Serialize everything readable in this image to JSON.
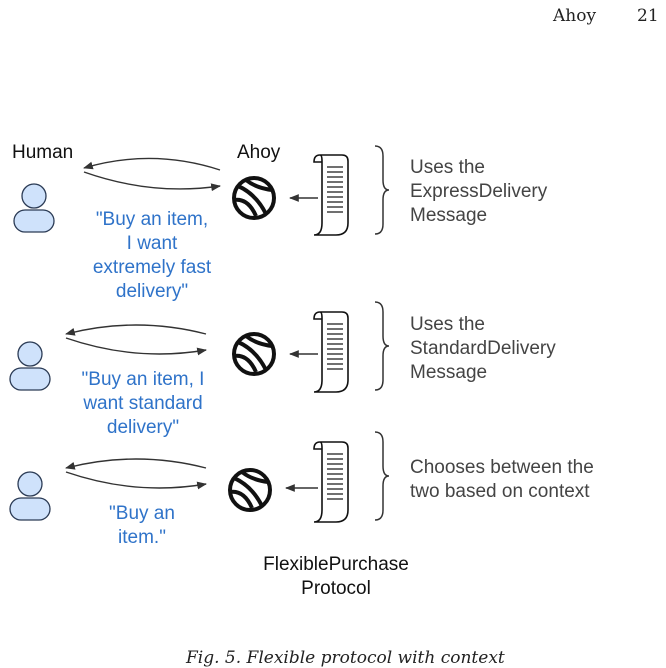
{
  "header": {
    "title": "Ahoy",
    "page_number": "21"
  },
  "labels": {
    "human": "Human",
    "ahoy": "Ahoy"
  },
  "rows": [
    {
      "quote": "\"Buy an item,\nI want\nextremely fast\ndelivery\"",
      "note": "Uses the\nExpressDelivery\nMessage"
    },
    {
      "quote": "\"Buy an item, I\nwant standard\ndelivery\"",
      "note": "Uses the\nStandardDelivery\nMessage"
    },
    {
      "quote": "\"Buy an\nitem.\"",
      "note": "Chooses between the\ntwo based on context"
    }
  ],
  "protocol_label": "FlexiblePurchase\nProtocol",
  "caption": "Fig. 5. Flexible protocol with context",
  "colors": {
    "person_fill": "#cfe2fb",
    "person_stroke": "#2b3b55",
    "quote_text": "#2f73c9",
    "line": "#333333"
  }
}
